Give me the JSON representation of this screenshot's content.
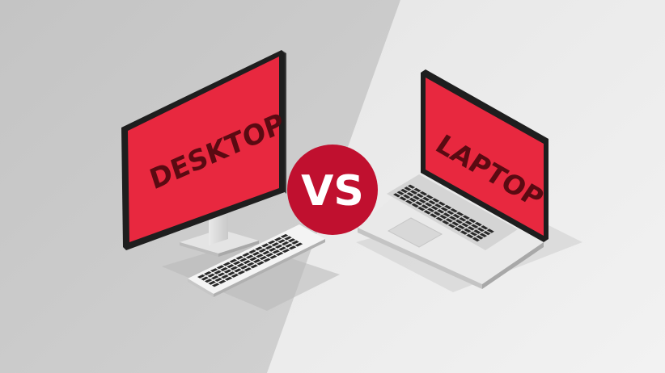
{
  "desktop": {
    "screen_label": "DESKTOP"
  },
  "laptop": {
    "screen_label": "LAPTOP"
  },
  "badge": {
    "label": "VS"
  },
  "colors": {
    "left_background": "#c9c9c9",
    "right_background": "#ececec",
    "screen_red": "#e8283f",
    "badge_red": "#c0102f",
    "screen_text": "#5a0a12"
  }
}
